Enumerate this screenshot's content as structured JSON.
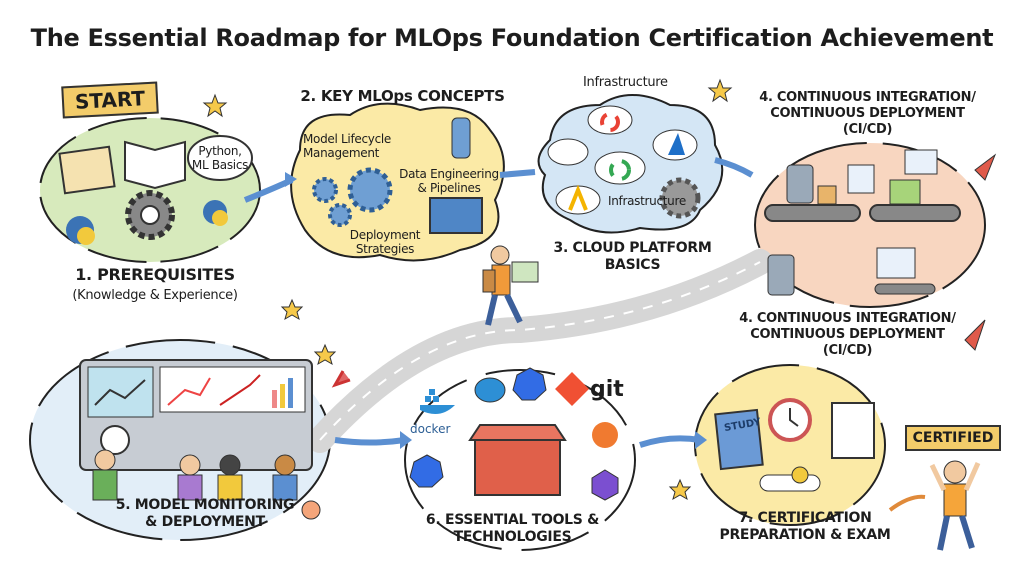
{
  "title": "The Essential Roadmap for MLOps Foundation Certification Achievement",
  "start_banner": "START",
  "steps": {
    "prerequisites": {
      "title": "1. PREREQUISITES",
      "subtitle": "(Knowledge & Experience)",
      "bubble_line1": "Python,",
      "bubble_line2": "ML Basics"
    },
    "concepts": {
      "title": "2. KEY MLOps CONCEPTS",
      "item1_line1": "Model Lifecycle",
      "item1_line2": "Management",
      "item2_line1": "Data Engineering",
      "item2_line2": "& Pipelines",
      "item3_line1": "Deployment",
      "item3_line2": "Strategies"
    },
    "cloud": {
      "title_line1": "3. CLOUD PLATFORM",
      "title_line2": "BASICS",
      "top_label": "Infrastructure",
      "inner_label": "Infrastructure"
    },
    "cicd_top": {
      "line1": "4. CONTINUOUS INTEGRATION/",
      "line2": "CONTINUOUS DEPLOYMENT",
      "line3": "(CI/CD)"
    },
    "cicd_bottom": {
      "line1": "4. CONTINUOUS INTEGRATION/",
      "line2": "CONTINUOUS DEPLOYMENT",
      "line3": "(CI/CD)"
    },
    "monitoring": {
      "title_line1": "5. MODEL MONITORING",
      "title_line2": "& DEPLOYMENT"
    },
    "tools": {
      "title_line1": "6. ESSENTIAL TOOLS &",
      "title_line2": "TECHNOLOGIES",
      "docker": "docker",
      "git": "git"
    },
    "certification": {
      "title_line1": "7. CERTIFICATION",
      "title_line2": "PREPARATION & EXAM",
      "book": "STUDY",
      "banner": "CERTIFIED"
    }
  },
  "colors": {
    "green": "#cfe6b0",
    "yellow": "#fbeaa6",
    "blue": "#cfe3f3",
    "orange": "#f8d2b8",
    "arrow": "#5b8fd1",
    "road": "#d9d9d9"
  }
}
